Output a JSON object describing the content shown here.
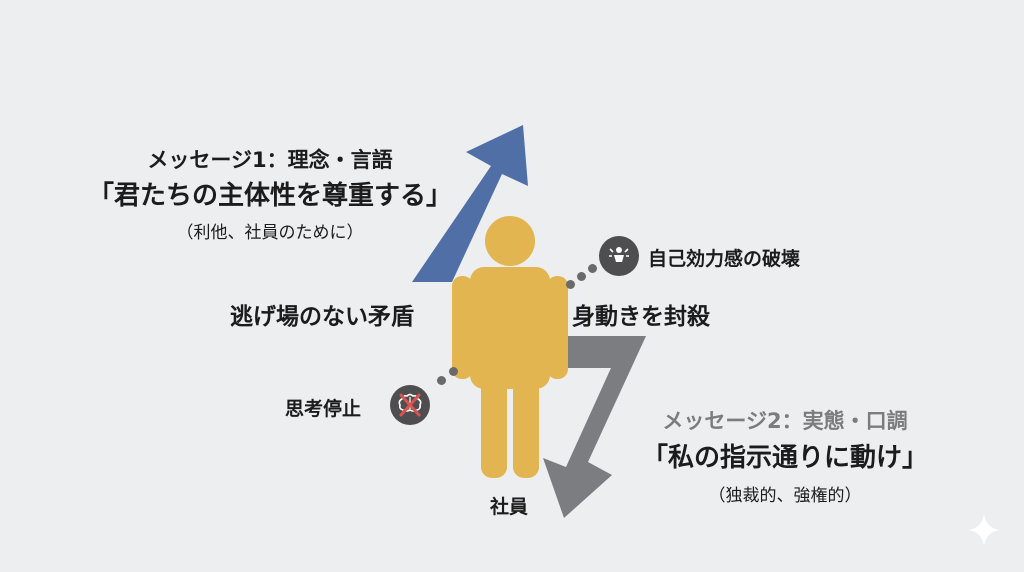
{
  "message1": {
    "label": "メッセージ1：理念・言語",
    "quote": "「君たちの主体性を尊重する」",
    "note": "（利他、社員のために）",
    "color": "#506fa6"
  },
  "message2": {
    "label": "メッセージ2：実態・口調",
    "quote": "「私の指示通りに動け」",
    "note": "（独裁的、強権的）",
    "color": "#7c7d80"
  },
  "dilemma": "逃げ場のない矛盾",
  "restraint": "身動きを封殺",
  "self_efficacy": {
    "label": "自己効力感の破壊",
    "icon": "broken-person-icon"
  },
  "stop_thinking": {
    "label": "思考停止",
    "icon": "crossed-brain-icon"
  },
  "employee": {
    "label": "社員",
    "color": "#e2b550"
  },
  "corner_icon": "sparkle-icon"
}
